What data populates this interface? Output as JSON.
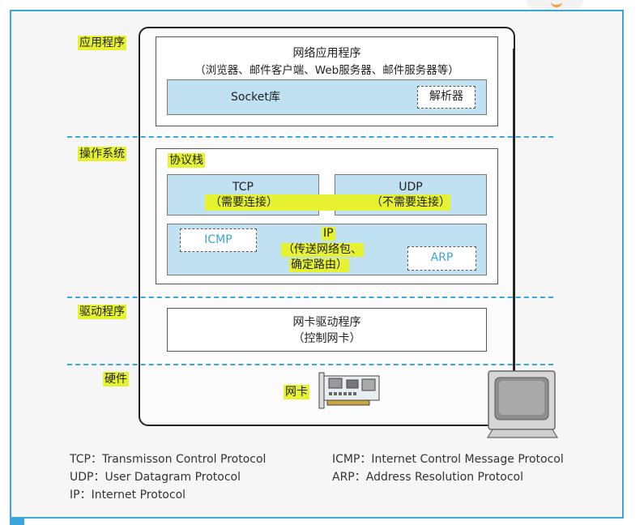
{
  "layers": {
    "application": "应用程序",
    "os": "操作系统",
    "driver": "驱动程序",
    "hardware": "硬件"
  },
  "app_box": {
    "title": "网络应用程序",
    "subtitle": "（浏览器、邮件客户端、Web服务器、邮件服务器等）",
    "socket": "Socket库",
    "resolver": "解析器"
  },
  "protocol_stack": {
    "title": "协议栈",
    "tcp": {
      "name": "TCP",
      "desc": "（需要连接）"
    },
    "udp": {
      "name": "UDP",
      "desc": "（不需要连接）"
    },
    "ip": {
      "name": "IP",
      "desc_line1": "（传送网络包、",
      "desc_line2": "确定路由）"
    },
    "icmp": "ICMP",
    "arp": "ARP"
  },
  "driver_box": {
    "title": "网卡驱动程序",
    "subtitle": "（控制网卡）"
  },
  "hardware": {
    "nic": "网卡"
  },
  "legend": {
    "tcp": "TCP：Transmisson Control Protocol",
    "udp": "UDP：User Datagram Protocol",
    "ip": "IP：Internet Protocol",
    "icmp": "ICMP：Internet Control Message Protocol",
    "arp": "ARP：Address Resolution Protocol"
  },
  "colors": {
    "frame": "#3aa6dc",
    "highlight": "#e6f230",
    "layer_fill": "#bfe1f2"
  },
  "icons": [
    "network-card-icon",
    "computer-monitor-icon"
  ]
}
